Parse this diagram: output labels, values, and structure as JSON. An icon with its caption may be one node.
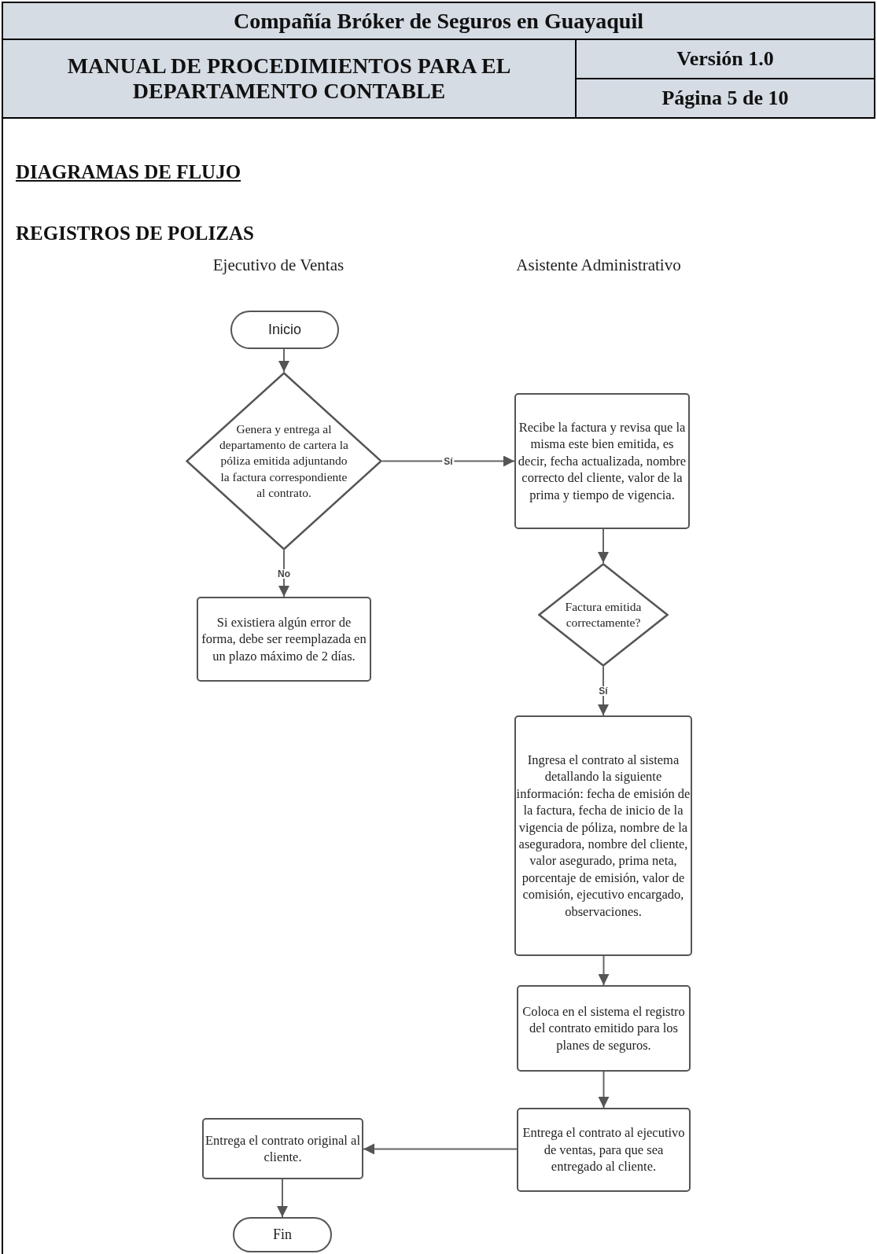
{
  "diagram": {
    "nodes": [
      {
        "text": [
          "Inicio"
        ]
      },
      {
        "text": [
          "Genera y entrega al departamento de cartera la póliza emitida adjuntando la factura correspondiente al contrato."
        ]
      },
      {
        "text": [
          "Si existiera algún error de forma, debe ser reemplazada en un plazo máximo de 2 días."
        ]
      },
      {
        "text": [
          "Recibe la factura y revisa que la misma este bien emitida, es decir, fecha actualizada, nombre correcto del cliente, valor de la prima y tiempo de vigencia."
        ]
      },
      {
        "text": [
          "Factura emitida correctamente?"
        ]
      },
      {
        "text": [
          "Ingresa el contrato al sistema detallando la siguiente información: fecha de emisión de la factura, fecha de inicio de la vigencia de póliza, nombre de la aseguradora, nombre del cliente, valor asegurado, prima neta, porcentaje de emisión, valor de comisión, ejecutivo encargado, observaciones."
        ]
      },
      {
        "text": [
          "Coloca en el sistema el registro del contrato emitido para los planes de seguros."
        ]
      },
      {
        "text": [
          "Entrega el contrato al ejecutivo de ventas, para que sea entregado al cliente."
        ]
      },
      {
        "text": [
          "Entrega el contrato original al cliente."
        ]
      },
      {
        "text": [
          "Fin"
        ]
      }
    ],
    "edges": [
      {
        "from": 0,
        "to": 1,
        "arrow": "to"
      },
      {
        "from": 1,
        "to": 3,
        "arrow": "to",
        "label": "Sí"
      },
      {
        "from": 1,
        "to": 2,
        "arrow": "to",
        "label": "No"
      },
      {
        "from": 3,
        "to": 4,
        "arrow": "to"
      },
      {
        "from": 4,
        "to": 5,
        "arrow": "to",
        "label": "Sí"
      },
      {
        "from": 5,
        "to": 6,
        "arrow": "to"
      },
      {
        "from": 6,
        "to": 7,
        "arrow": "to"
      },
      {
        "from": 7,
        "to": 8,
        "arrow": "to"
      },
      {
        "from": 8,
        "to": 9,
        "arrow": "to"
      }
    ],
    "labels": [
      "Compañía Bróker de Seguros en Guayaquil",
      "MANUAL DE PROCEDIMIENTOS PARA EL DEPARTAMENTO CONTABLE",
      "Versión 1.0",
      "Página 5 de 10",
      "DIAGRAMAS DE FLUJO",
      "REGISTROS DE POLIZAS",
      "Ejecutivo de Ventas",
      "Asistente Administrativo"
    ]
  }
}
